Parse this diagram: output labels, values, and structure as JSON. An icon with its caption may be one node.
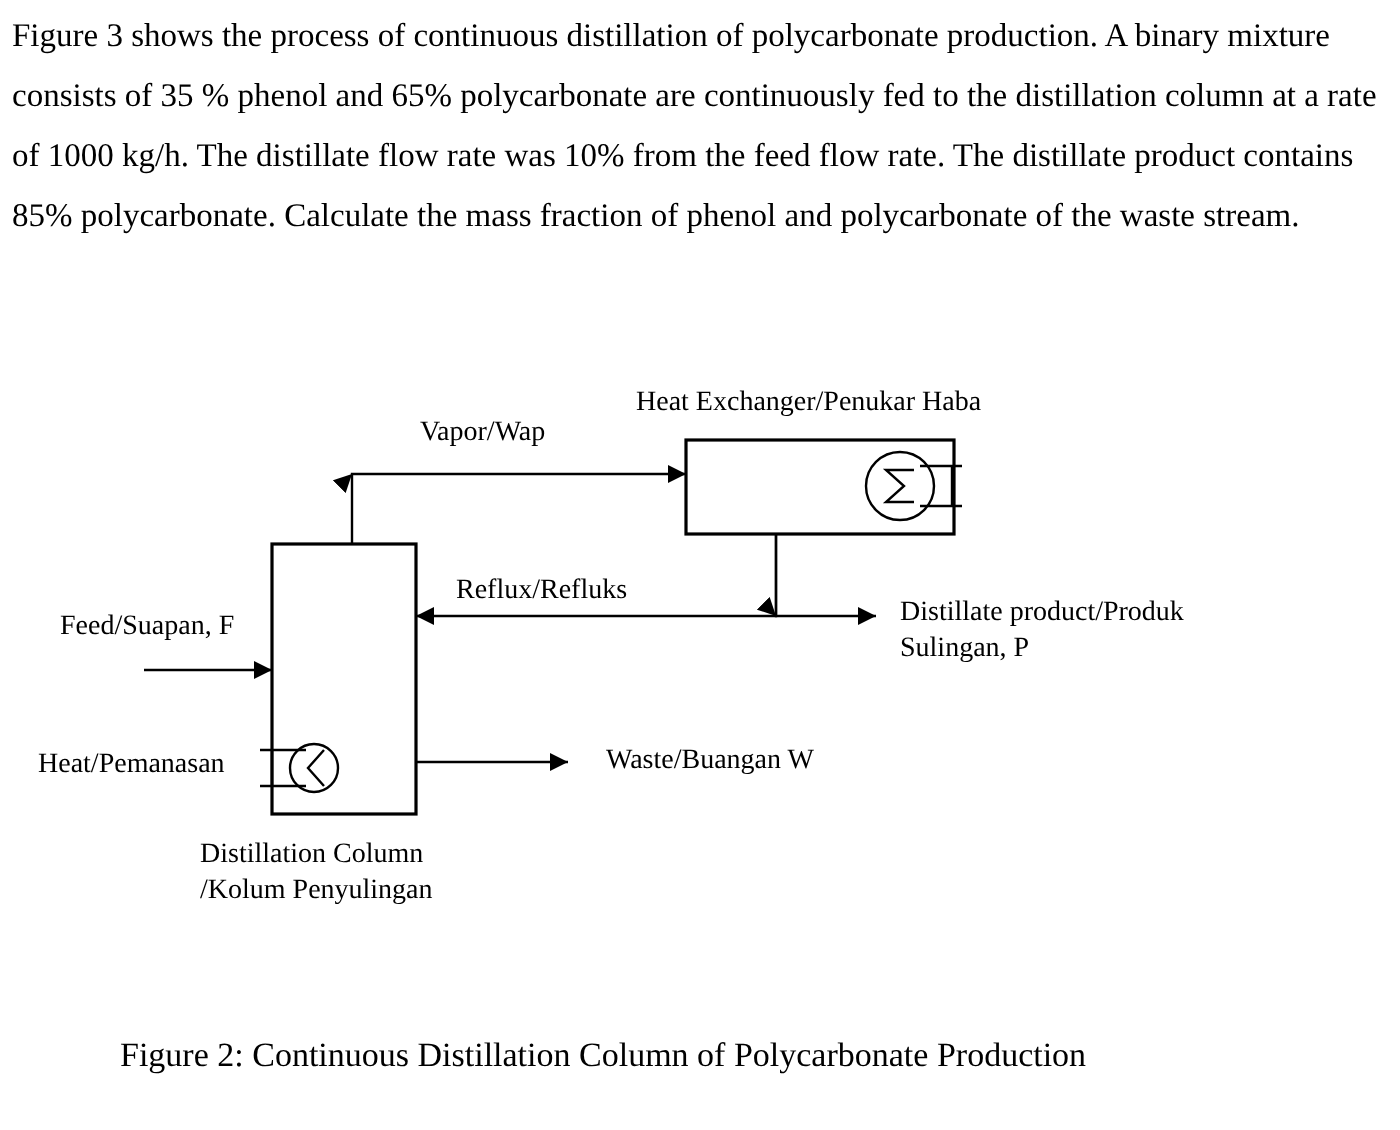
{
  "diagram": {
    "caption": "Figure 2: Continuous Distillation Column of Polycarbonate Production",
    "nodes": [
      {
        "text": [
          "Distillation Column /Kolum Penyulingan"
        ]
      },
      {
        "text": [
          "Heat Exchanger/Penukar Haba"
        ]
      },
      {
        "text": [
          "Feed/Suapan, F"
        ]
      },
      {
        "text": [
          "Distillate product/Produk Sulingan, P"
        ]
      },
      {
        "text": [
          "Waste/Buangan W"
        ]
      }
    ],
    "edges": [
      {
        "from": 2,
        "to": 0,
        "arrow": "to"
      },
      {
        "from": 0,
        "to": 1,
        "arrow": "to",
        "label": "Vapor/Wap"
      },
      {
        "from": 1,
        "to": 0,
        "arrow": "to",
        "label": "Reflux/Refluks"
      },
      {
        "from": 1,
        "to": 3,
        "arrow": "to"
      },
      {
        "from": 0,
        "to": 4,
        "arrow": "to"
      }
    ],
    "labels": [
      "Figure 3 shows the process of continuous distillation of polycarbonate production. A binary mixture consists of 35 % phenol and 65% polycarbonate are continuously fed to the distillation column at a rate of 1000 kg/h. The distillate flow rate was 10% from the feed flow rate. The distillate product contains 85% polycarbonate. Calculate the mass fraction of phenol and polycarbonate of the waste stream.",
      "Heat/Pemanasan"
    ]
  }
}
